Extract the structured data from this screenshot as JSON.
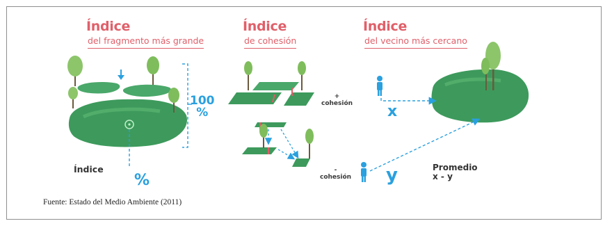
{
  "panels": [
    {
      "title": "Índice",
      "subtitle": "del fragmento más grande"
    },
    {
      "title": "Índice",
      "subtitle": "de cohesión"
    },
    {
      "title": "Índice",
      "subtitle": "del vecino más cercano"
    }
  ],
  "panel1": {
    "percent_100": "100\n%",
    "label_indice": "Índice",
    "percent": "%"
  },
  "panel2": {
    "more_cohesion": "+\ncohesión",
    "less_cohesion": "-\ncohesión"
  },
  "panel3": {
    "x_label": "x",
    "y_label": "y",
    "promedio": "Promedio\nx - y"
  },
  "source": "Fuente: Estado del Medio Ambiente (2011)",
  "colors": {
    "title": "#e0606a",
    "accent_blue": "#2aa0df",
    "green": "#3d9a5c",
    "light_green": "#5fbf6f"
  }
}
